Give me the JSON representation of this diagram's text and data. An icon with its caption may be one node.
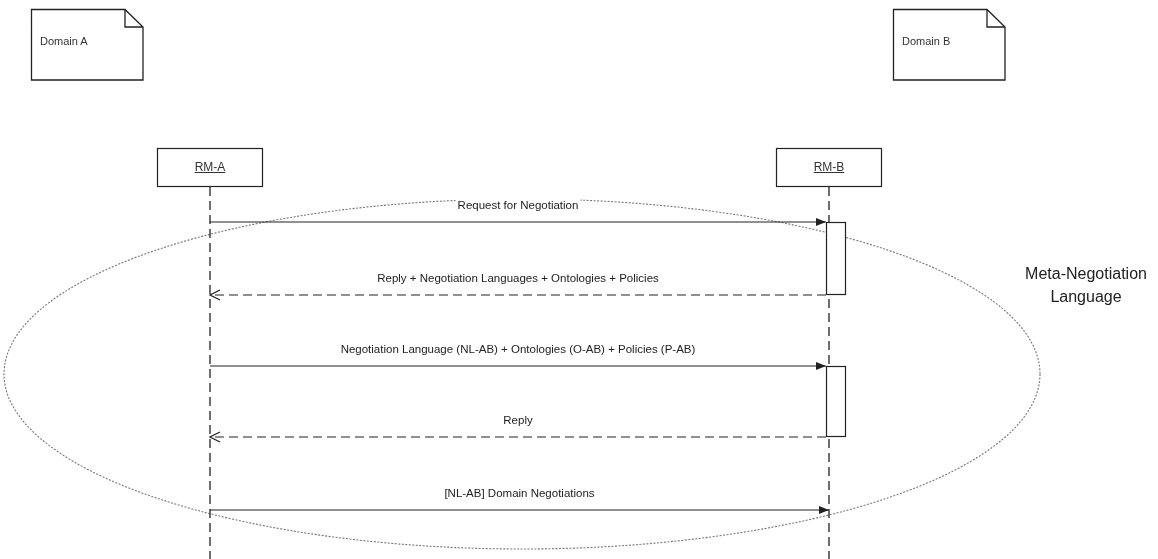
{
  "diagram": {
    "nodes": [
      {
        "text": [
          "Domain A"
        ]
      },
      {
        "text": [
          "Domain B"
        ]
      },
      {
        "text": [
          "RM-A"
        ]
      },
      {
        "text": [
          "RM-B"
        ]
      },
      {
        "text": [
          "Meta-Negotiation Language"
        ]
      },
      {
        "text": [],
        "shape": "line"
      },
      {
        "text": [],
        "shape": "line"
      },
      {
        "text": [],
        "shape": "bar"
      },
      {
        "text": [],
        "shape": "bar"
      }
    ],
    "edges": [
      {
        "from": 5,
        "to": 7,
        "arrow": "to",
        "label": "Request for Negotiation"
      },
      {
        "from": 7,
        "to": 5,
        "arrow": "to",
        "label": "Reply + Negotiation Languages + Ontologies + Policies",
        "style": "dashed"
      },
      {
        "from": 5,
        "to": 8,
        "arrow": "to",
        "label": "Negotiation Language (NL-AB) + Ontologies (O-AB) + Policies (P-AB)"
      },
      {
        "from": 8,
        "to": 5,
        "arrow": "to",
        "label": "Reply",
        "style": "dashed"
      },
      {
        "from": 5,
        "to": 6,
        "arrow": "to",
        "label": "[NL-AB] Domain Negotiations"
      }
    ]
  }
}
